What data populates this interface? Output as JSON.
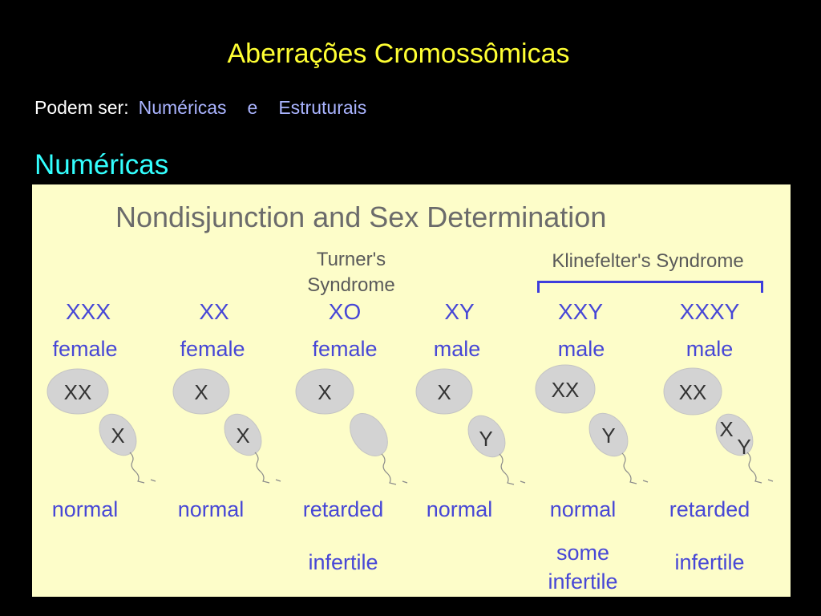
{
  "slide": {
    "title": "Aberrações Cromossômicas",
    "subtitle_prefix": "Podem ser:",
    "subtitle_opt1": "Numéricas",
    "subtitle_conj": "e",
    "subtitle_opt2": "Estruturais",
    "section": "Numéricas"
  },
  "diagram": {
    "title": "Nondisjunction and Sex Determination",
    "turner_label_line1": "Turner's",
    "turner_label_line2": "Syndrome",
    "klinefelter_label": "Klinefelter's Syndrome",
    "columns": [
      {
        "genotype": "XXX",
        "sex": "female",
        "egg": "XX",
        "sperm": "X",
        "status": "normal",
        "note": ""
      },
      {
        "genotype": "XX",
        "sex": "female",
        "egg": "X",
        "sperm": "X",
        "status": "normal",
        "note": ""
      },
      {
        "genotype": "XO",
        "sex": "female",
        "egg": "X",
        "sperm": "",
        "status": "retarded",
        "note": "infertile"
      },
      {
        "genotype": "XY",
        "sex": "male",
        "egg": "X",
        "sperm": "Y",
        "status": "normal",
        "note": ""
      },
      {
        "genotype": "XXY",
        "sex": "male",
        "egg": "XX",
        "sperm": "Y",
        "status": "normal",
        "note_line1": "some",
        "note_line2": "infertile"
      },
      {
        "genotype": "XXXY",
        "sex": "male",
        "egg": "XX",
        "sperm_line1": "X",
        "sperm_line2": "Y",
        "status": "retarded",
        "note": "infertile"
      }
    ]
  }
}
